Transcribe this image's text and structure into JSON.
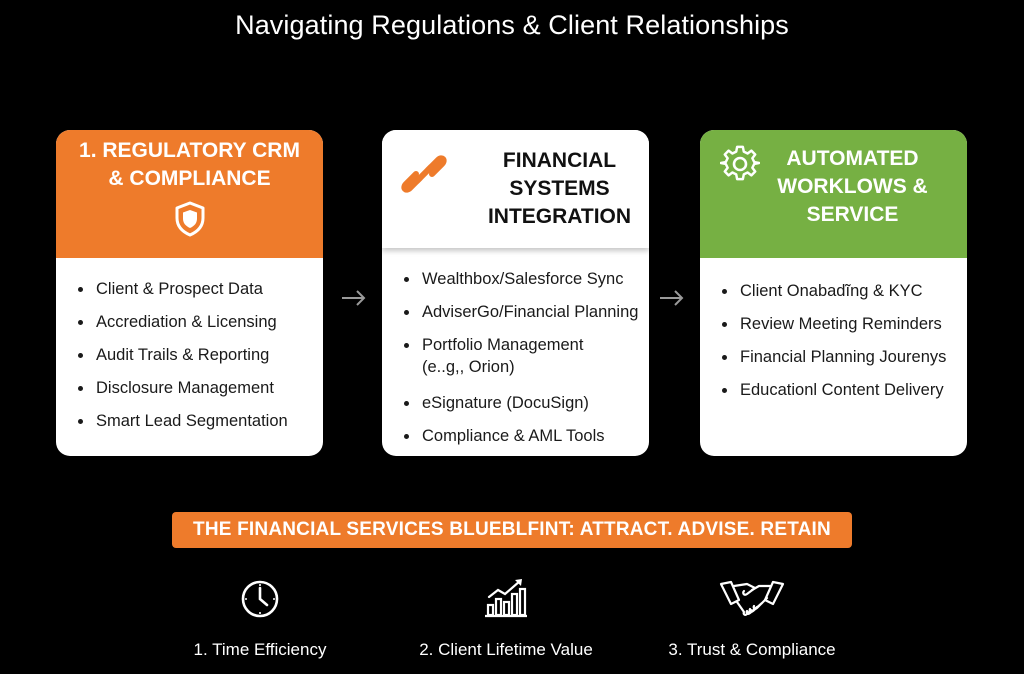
{
  "title": "Navigating Regulations & Client Relationships",
  "colors": {
    "orange": "#ee7b2b",
    "green": "#76b043",
    "background": "#000000"
  },
  "cards": [
    {
      "title": "1. REGULATORY CRM\n& COMPLIANCE",
      "icon": "shield-icon",
      "items": [
        "Client & Prospect Data",
        "Accrediation & Licensing",
        "Audit Trails & Reporting",
        "Disclosure Management",
        "Smart Lead Segmentation"
      ]
    },
    {
      "title": "FINANCIAL\nSYSTEMS\nINTEGRATION",
      "icon": "chain-link-icon",
      "items": [
        "Wealthbox/Salesforce Sync",
        "AdviserGo/Financial Planning",
        "Portfolio Management",
        "(e..g,, Orion)",
        "eSignature (DocuSign)",
        "Compliance & AML Tools"
      ]
    },
    {
      "title": "AUTOMATED\nWORKLOWS &\nSERVICE",
      "icon": "gear-icon",
      "items": [
        "Client Onabadĩng & KYC",
        "Review Meeting Reminders",
        "Financial Planning Jourenys",
        "Educationl Content Delivery"
      ]
    }
  ],
  "banner": "THE FINANCIAL SERVICES BLUEBLFINT: ATTRACT. ADVISE. RETAIN",
  "benefits": [
    {
      "label": "1. Time Efficiency",
      "icon": "clock-icon"
    },
    {
      "label": "2. Client Lifetime Value",
      "icon": "growth-chart-icon"
    },
    {
      "label": "3. Trust & Compliance",
      "icon": "handshake-icon"
    }
  ]
}
